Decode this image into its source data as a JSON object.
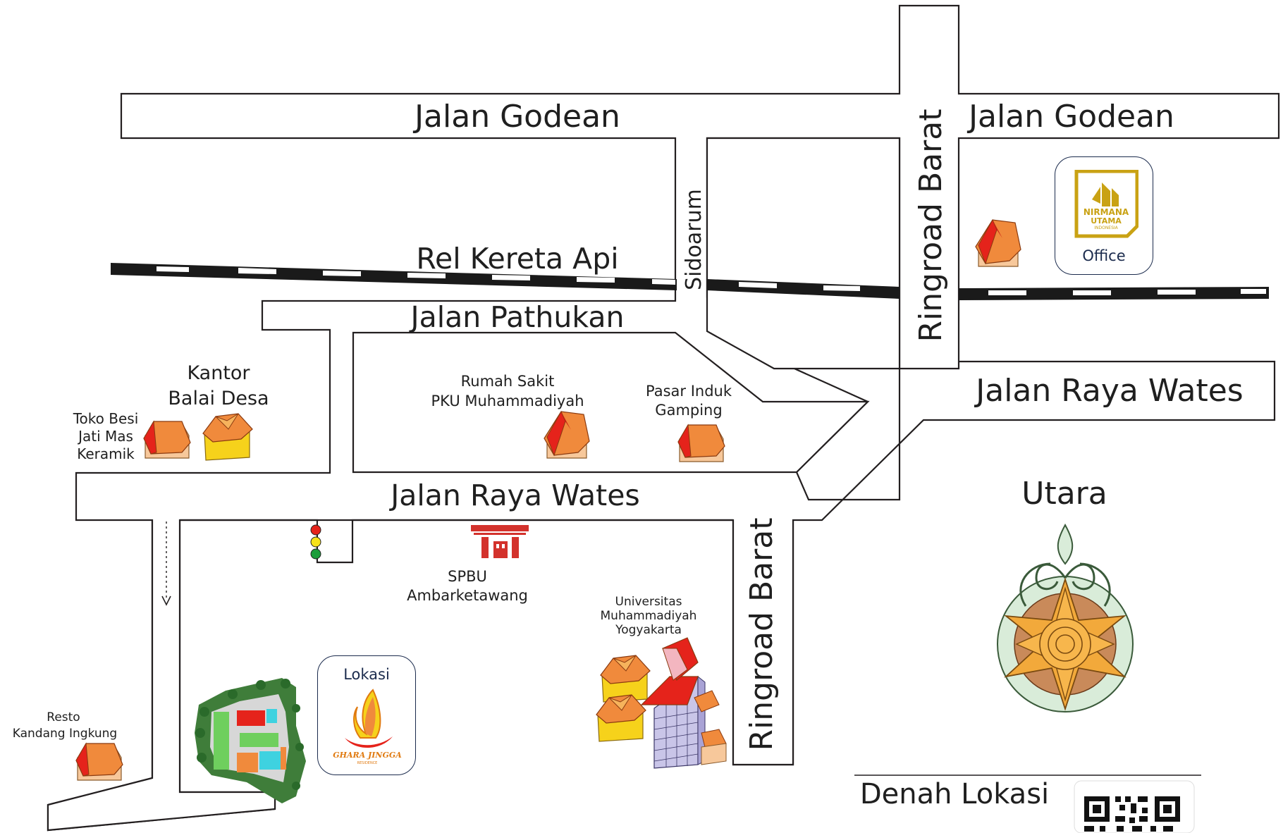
{
  "roads": {
    "jalan_godean_left": "Jalan Godean",
    "jalan_godean_right": "Jalan Godean",
    "rel_kereta_api": "Rel Kereta Api",
    "sidoarum": "Sidoarum",
    "ringroad_barat_top": "Ringroad Barat",
    "ringroad_barat_bottom": "Ringroad Barat",
    "jalan_pathukan": "Jalan Pathukan",
    "jalan_raya_wates_right": "Jalan Raya Wates",
    "jalan_raya_wates_mid": "Jalan Raya Wates"
  },
  "places": {
    "kantor_line1": "Kantor",
    "kantor_line2": "Balai Desa",
    "toko_line1": "Toko Besi",
    "toko_line2": "Jati Mas",
    "toko_line3": "Keramik",
    "rumah_sakit_line1": "Rumah Sakit",
    "rumah_sakit_line2": "PKU Muhammadiyah",
    "pasar_line1": "Pasar Induk",
    "pasar_line2": "Gamping",
    "spbu_line1": "SPBU",
    "spbu_line2": "Ambarketawang",
    "umy_line1": "Universitas",
    "umy_line2": "Muhammadiyah",
    "umy_line3": "Yogyakarta",
    "resto_line1": "Resto",
    "resto_line2": "Kandang Ingkung"
  },
  "office_card": {
    "logo_line1": "NIRMANA",
    "logo_line2": "UTAMA",
    "logo_line3": "INDONESIA",
    "label": "Office"
  },
  "lokasi_card": {
    "label": "Lokasi",
    "brand": "GHARA JINGGA",
    "brand_sub": "RESIDENCE"
  },
  "compass": {
    "label": "Utara"
  },
  "footer": {
    "title": "Denah Lokasi"
  },
  "colors": {
    "roof_orange": "#f08a3c",
    "roof_red": "#e5231b",
    "wall_peach": "#f7c89b",
    "wall_yellow": "#f6d21b",
    "logo_gold": "#c9a214",
    "navy": "#1b2b4d",
    "spbu_red": "#d3322c",
    "compass_gold": "#f2a93b",
    "compass_green": "#d9ecd9"
  }
}
